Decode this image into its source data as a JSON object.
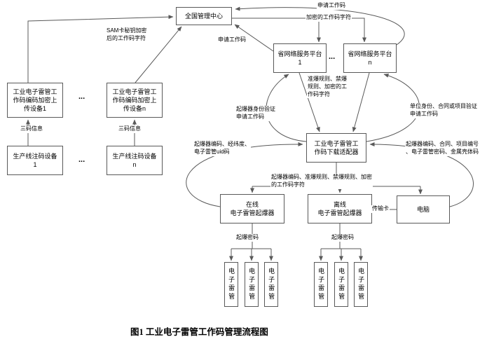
{
  "caption": "图1  工业电子雷管工作码管理流程图",
  "nodes": {
    "national_center": {
      "label": "全国管理中心"
    },
    "platform_1": {
      "label": "省网络服务平台\n1"
    },
    "platform_n": {
      "label": "省网络服务平台\nn"
    },
    "upload_device_1": {
      "label": "工业电子雷管工\n作码编码加密上\n传设备1"
    },
    "upload_device_n": {
      "label": "工业电子雷管工\n作码编码加密上\n传设备n"
    },
    "production_line_1": {
      "label": "生产线注码设备\n1"
    },
    "production_line_n": {
      "label": "生产线注码设备\nn"
    },
    "adapter": {
      "label": "工业电子雷管工\n作码下载适配器"
    },
    "online_initiator": {
      "label": "在线\n电子雷管起爆器"
    },
    "offline_initiator": {
      "label": "离线\n电子雷管起爆器"
    },
    "computer": {
      "label": "电脑"
    },
    "detonators": [
      "电子雷管",
      "电子雷管",
      "电子雷管",
      "电子雷管",
      "电子雷管",
      "电子雷管"
    ]
  },
  "labels": {
    "apply_code_top": "申请工作码",
    "encrypted_code_top": "加密的工作码字符",
    "sam_encrypted": "SAM卡秘钥加密\n后的工作码字符",
    "apply_code_left": "申请工作码",
    "rules_encrypted": "准爆规则、禁爆\n规则、加密的工\n作码字符",
    "initiator_auth": "起爆器身份验证\n申请工作码",
    "unit_auth": "单位身份、合同或项目验证\n申请工作码",
    "three_code_1": "三码信息",
    "three_code_n": "三码信息",
    "initiator_info_left": "起爆器编码、经纬度、\n电子雷管uid码",
    "initiator_info_right": "起爆器编码、合同、项目编号\n、电子雷管密码、金属壳体码",
    "download_params": "起爆器编码、准爆规则、禁爆规则、加密\n的工作码字符",
    "transfer_card": "传输卡",
    "blast_password_1": "起爆密码",
    "blast_password_2": "起爆密码",
    "ellipsis_platforms": "...",
    "ellipsis_upload": "...",
    "ellipsis_production": "..."
  },
  "colors": {
    "line": "#595959",
    "box_border": "#595959",
    "text": "#000000",
    "background": "#ffffff"
  }
}
